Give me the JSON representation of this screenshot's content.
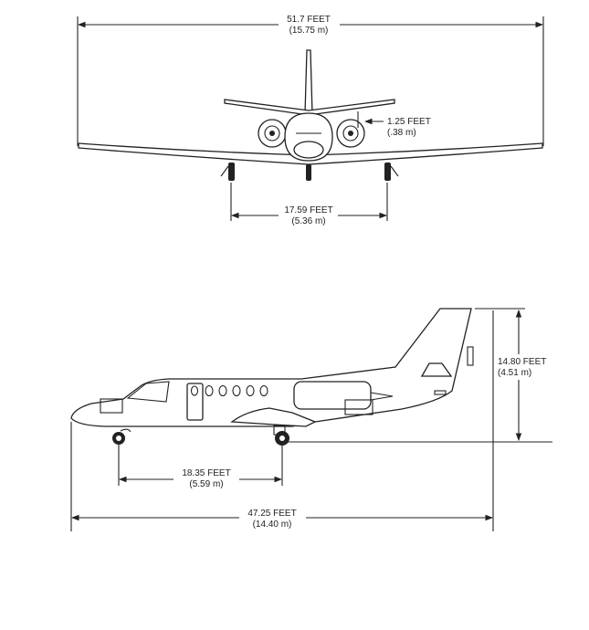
{
  "front_view": {
    "wingspan": {
      "feet": "51.7 FEET",
      "meters": "(15.75 m)"
    },
    "engine_clearance": {
      "feet": "1.25 FEET",
      "meters": "(.38 m)"
    },
    "gear_track": {
      "feet": "17.59 FEET",
      "meters": "(5.36 m)"
    }
  },
  "side_view": {
    "height": {
      "feet": "14.80 FEET",
      "meters": "(4.51 m)"
    },
    "wheelbase": {
      "feet": "18.35 FEET",
      "meters": "(5.59 m)"
    },
    "length": {
      "feet": "47.25 FEET",
      "meters": "(14.40 m)"
    }
  }
}
